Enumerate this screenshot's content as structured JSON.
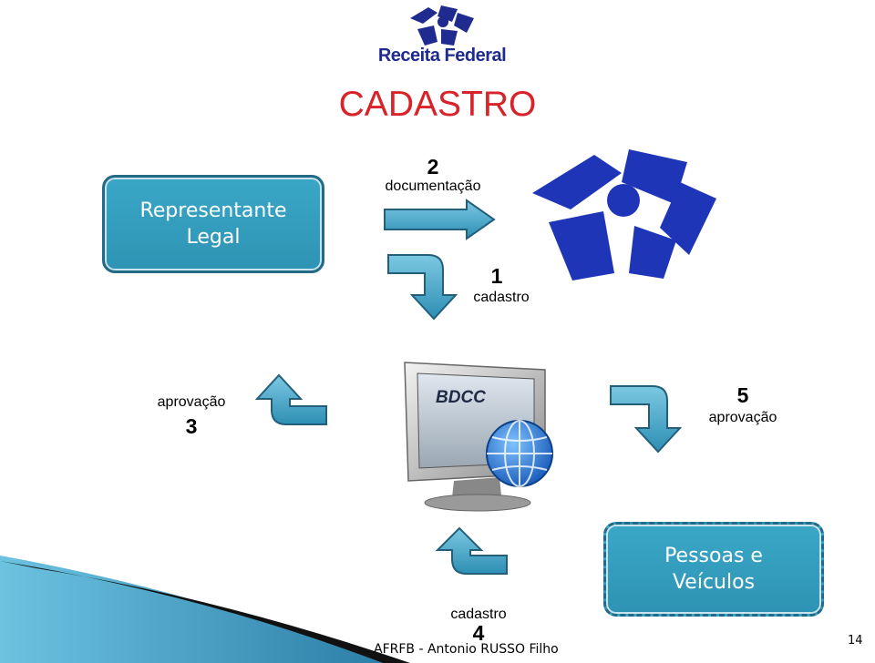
{
  "header": {
    "logo_text": "Receita Federal",
    "title": "CADASTRO"
  },
  "boxes": {
    "representante": "Representante\nLegal",
    "pessoas": "Pessoas e\nVeículos"
  },
  "steps": [
    {
      "number": "2",
      "label": "documentação"
    },
    {
      "number": "1",
      "label": "cadastro"
    },
    {
      "number": "3",
      "label": "aprovação"
    },
    {
      "number": "5",
      "label": "aprovação"
    },
    {
      "number": "4",
      "label": "cadastro"
    }
  ],
  "monitor": {
    "label": "BDCC"
  },
  "footer": {
    "text": "AFRFB - Antonio RUSSO Filho",
    "page": "14"
  },
  "colors": {
    "title": "#d8232a",
    "brand_blue": "#1f2b8f",
    "teal": "#3aa7c6",
    "arrow": "#3aa0c4"
  }
}
